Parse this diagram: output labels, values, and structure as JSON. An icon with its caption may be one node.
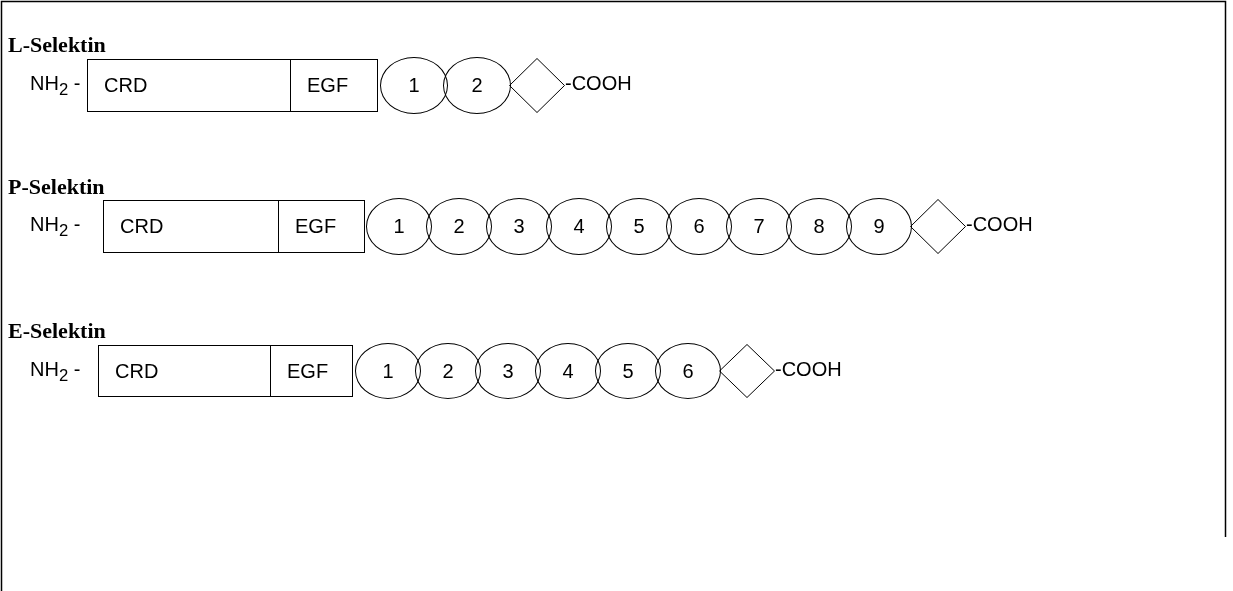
{
  "diagram": {
    "nodes": [
      {
        "text": [
          "CRD"
        ]
      },
      {
        "text": [
          "EGF"
        ]
      },
      {
        "text": [
          "1"
        ]
      },
      {
        "text": [
          "2"
        ]
      },
      {
        "text": [],
        "shape": "diamond"
      },
      {
        "text": [
          "CRD"
        ]
      },
      {
        "text": [
          "EGF"
        ]
      },
      {
        "text": [
          "1"
        ]
      },
      {
        "text": [
          "2"
        ]
      },
      {
        "text": [
          "3"
        ]
      },
      {
        "text": [
          "4"
        ]
      },
      {
        "text": [
          "5"
        ]
      },
      {
        "text": [
          "6"
        ]
      },
      {
        "text": [
          "7"
        ]
      },
      {
        "text": [
          "8"
        ]
      },
      {
        "text": [
          "9"
        ]
      },
      {
        "text": [],
        "shape": "diamond"
      },
      {
        "text": [
          "CRD"
        ]
      },
      {
        "text": [
          "EGF"
        ]
      },
      {
        "text": [
          "1"
        ]
      },
      {
        "text": [
          "2"
        ]
      },
      {
        "text": [
          "3"
        ]
      },
      {
        "text": [
          "4"
        ]
      },
      {
        "text": [
          "5"
        ]
      },
      {
        "text": [
          "6"
        ]
      },
      {
        "text": [],
        "shape": "diamond"
      }
    ],
    "edges": [],
    "labels": [
      "L-Selektin",
      "NH$_{2}$ -",
      "-COOH",
      "P-Selektin",
      "NH$_{2}$ -",
      "-COOH",
      "E-Selektin",
      "NH$_{2}$ -",
      "-COOH"
    ]
  }
}
